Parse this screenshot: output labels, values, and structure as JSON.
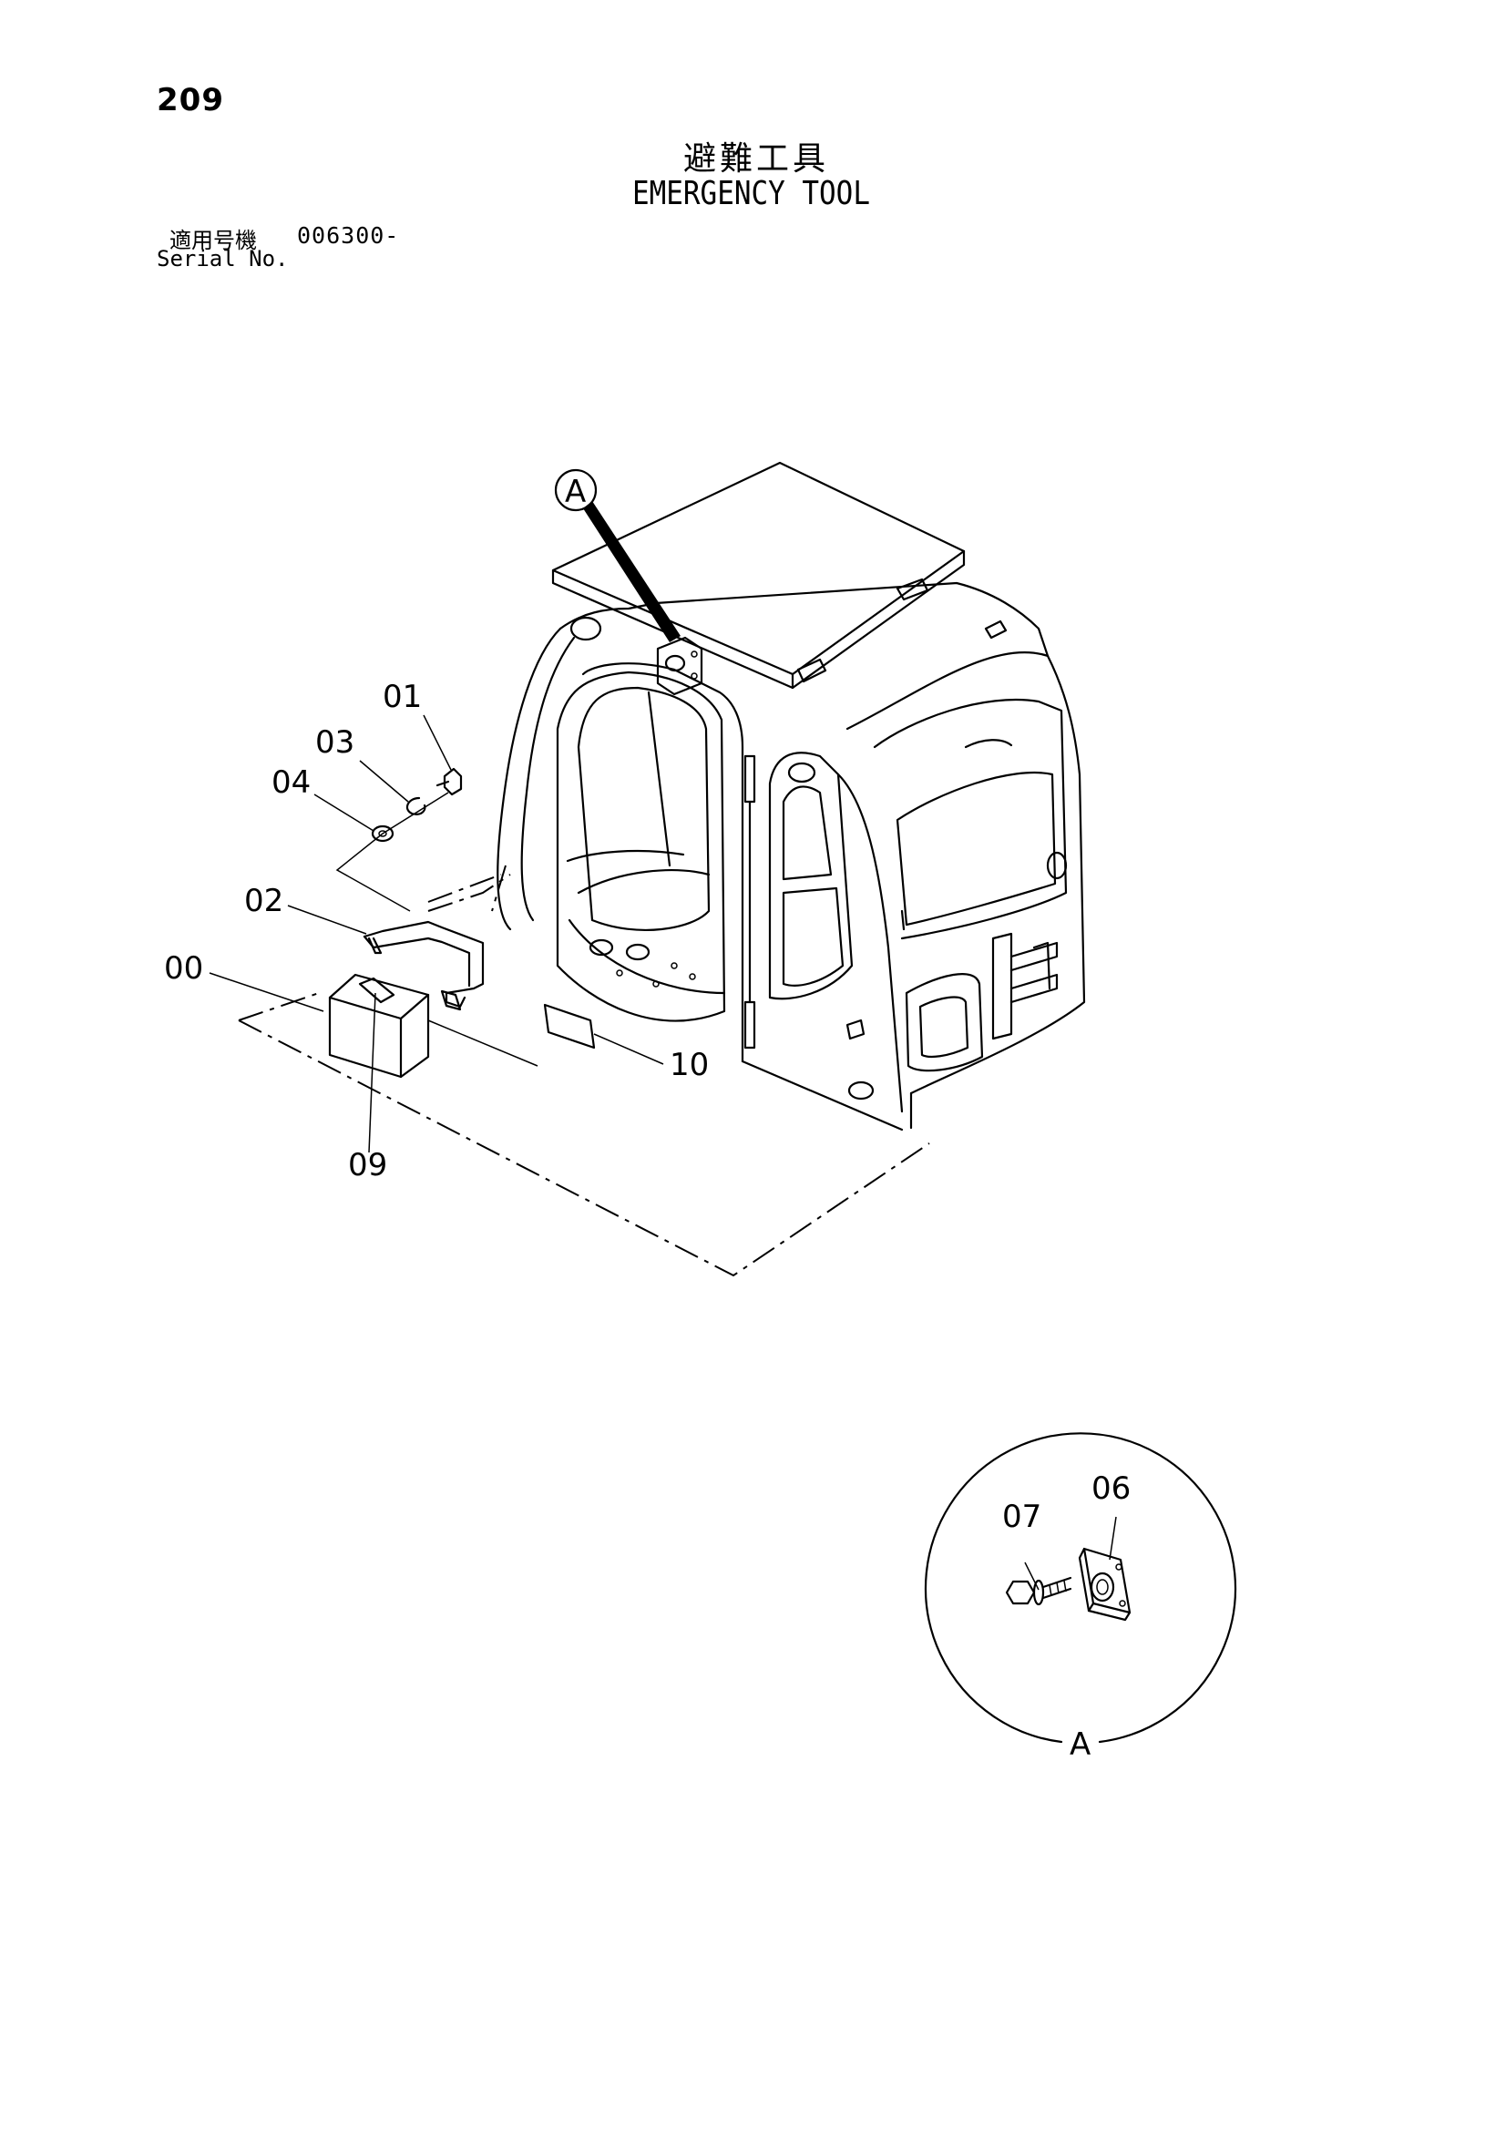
{
  "page_number": "209",
  "title_jp": "避難工具",
  "title_en": "EMERGENCY TOOL",
  "serial": {
    "label_jp": "適用号機",
    "number": "006300-",
    "label_en": "Serial No."
  },
  "callouts": [
    "00",
    "01",
    "02",
    "03",
    "04",
    "06",
    "07",
    "09",
    "10"
  ],
  "detail": {
    "marker": "A",
    "label": "A"
  }
}
